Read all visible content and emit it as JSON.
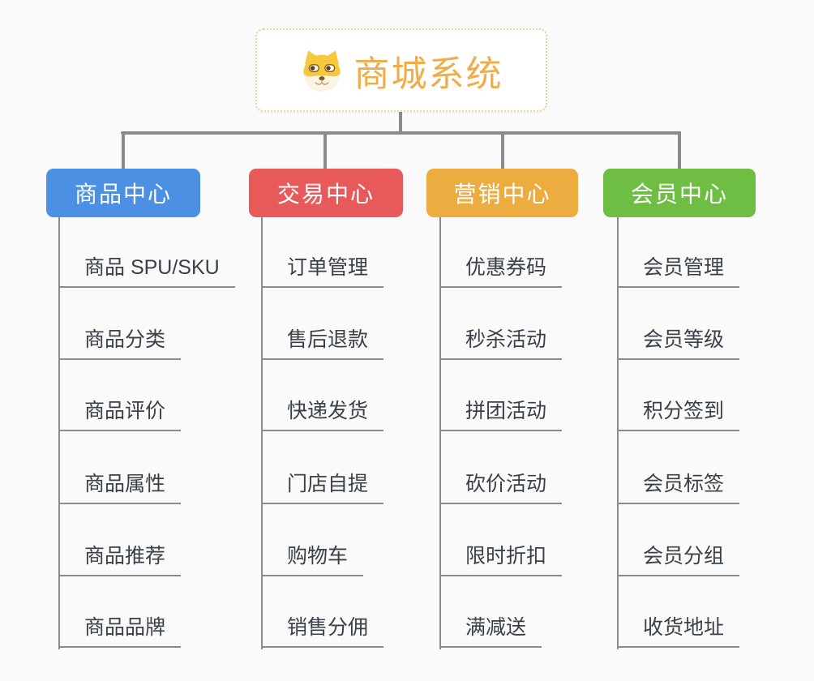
{
  "canvas": {
    "background": "#FAFAFA",
    "connector_color": "#8B8B8B"
  },
  "root": {
    "title": "商城系统",
    "icon": "shiba-dog-icon",
    "text_color": "#F0AC48",
    "border_color": "#F6CF92",
    "background": "#FFFFFF"
  },
  "branches": [
    {
      "label": "商品中心",
      "color": "#4B90E2",
      "items": [
        "商品 SPU/SKU",
        "商品分类",
        "商品评价",
        "商品属性",
        "商品推荐",
        "商品品牌"
      ]
    },
    {
      "label": "交易中心",
      "color": "#E8595A",
      "items": [
        "订单管理",
        "售后退款",
        "快递发货",
        "门店自提",
        "购物车",
        "销售分佣"
      ]
    },
    {
      "label": "营销中心",
      "color": "#EDAC40",
      "items": [
        "优惠券码",
        "秒杀活动",
        "拼团活动",
        "砍价活动",
        "限时折扣",
        "满减送"
      ]
    },
    {
      "label": "会员中心",
      "color": "#6FBE44",
      "items": [
        "会员管理",
        "会员等级",
        "积分签到",
        "会员标签",
        "会员分组",
        "收货地址"
      ]
    }
  ],
  "leaf_text_color": "#3A4048"
}
